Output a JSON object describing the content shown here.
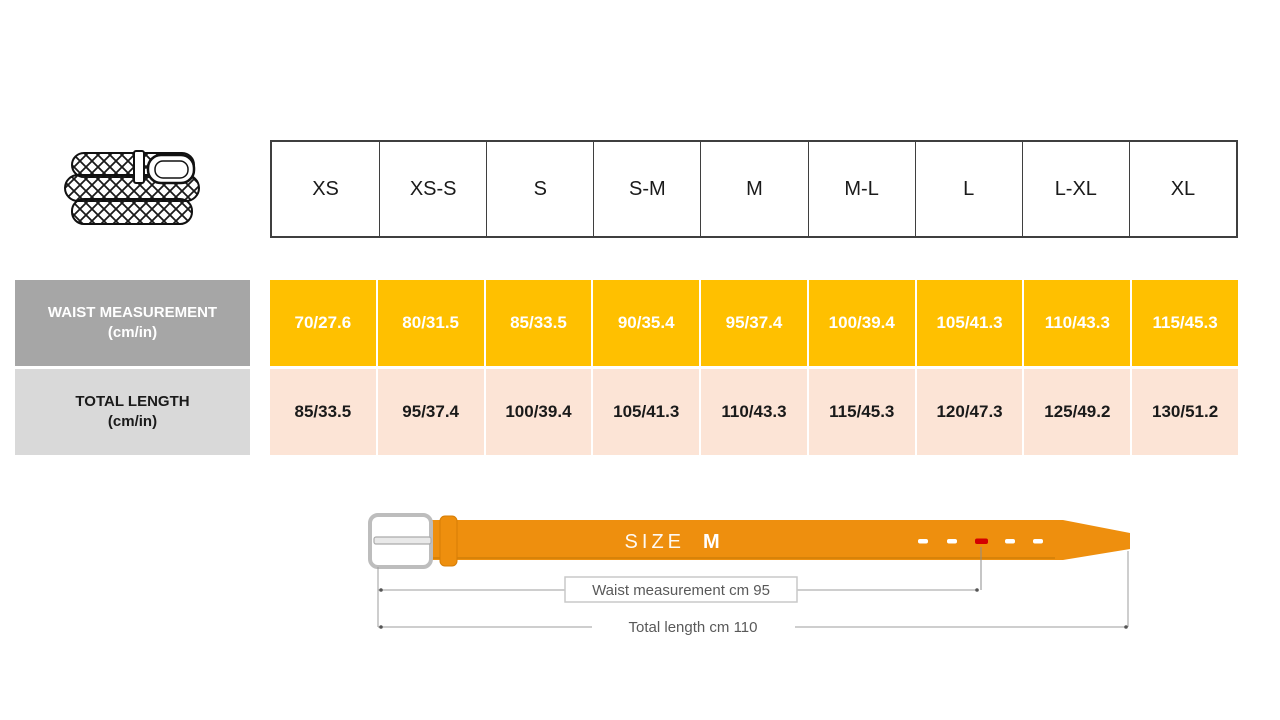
{
  "colors": {
    "waist_row_bg": "#FFC000",
    "length_row_bg": "#FCE4D6",
    "waist_label_bg": "#A6A6A6",
    "length_label_bg": "#D9D9D9",
    "belt_orange": "#EE8F0E",
    "hole_highlight_red": "#D40000",
    "dimension_text": "#595959"
  },
  "table": {
    "sizes": [
      "XS",
      "XS-S",
      "S",
      "S-M",
      "M",
      "M-L",
      "L",
      "L-XL",
      "XL"
    ],
    "waist_row": {
      "label": "WAIST MEASUREMENT",
      "unit": "(cm/in)",
      "values": [
        "70/27.6",
        "80/31.5",
        "85/33.5",
        "90/35.4",
        "95/37.4",
        "100/39.4",
        "105/41.3",
        "110/43.3",
        "115/45.3"
      ]
    },
    "length_row": {
      "label": "TOTAL LENGTH",
      "unit": "(cm/in)",
      "values": [
        "85/33.5",
        "95/37.4",
        "100/39.4",
        "105/41.3",
        "110/43.3",
        "115/45.3",
        "120/47.3",
        "125/49.2",
        "130/51.2"
      ]
    }
  },
  "diagram": {
    "size_label": "SIZE",
    "size_value": "M",
    "waist_caption": "Waist measurement cm 95",
    "length_caption": "Total length cm 110"
  },
  "icons": {
    "belt_thumbnail": "braided-belt-icon"
  }
}
